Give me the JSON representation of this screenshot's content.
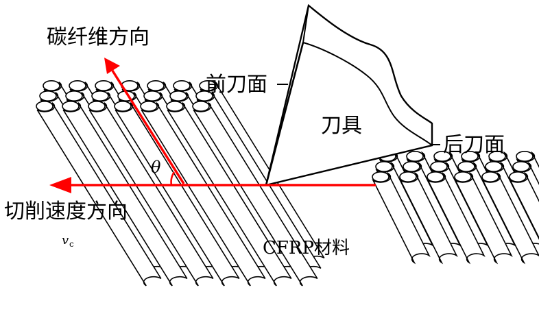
{
  "labels": {
    "fiber_direction": "碳纤维方向",
    "cutting_direction": "切削速度方向",
    "velocity_symbol": "v",
    "velocity_subscript": "c",
    "angle_symbol": "θ",
    "rake_face": "前刀面",
    "flank_face": "后刀面",
    "tool": "刀具",
    "material": "CFRP材料"
  },
  "colors": {
    "arrow": "#ff0000",
    "line": "#000000",
    "fiber_fill": "#ffffff"
  }
}
